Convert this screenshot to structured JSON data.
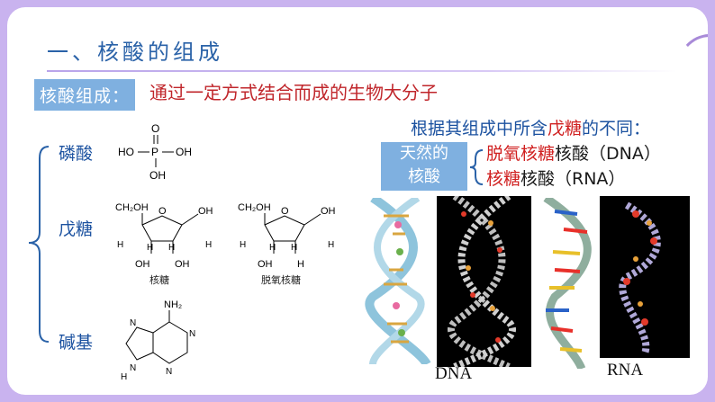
{
  "title": "一、核酸的组成",
  "composition": {
    "label": "核酸组成：",
    "description": "通过一定方式结合而成的生物大分子"
  },
  "pentose_note": {
    "prefix": "根据其组成中所含",
    "highlight": "戊糖",
    "suffix": "的不同："
  },
  "natural_nucleic_acid": {
    "line1": "天然的",
    "line2": "核酸"
  },
  "dna_type": {
    "highlight": "脱氧核糖",
    "suffix": "核酸（DNA）"
  },
  "rna_type": {
    "highlight": "核糖",
    "suffix": "核酸（RNA）"
  },
  "components": {
    "phosphate": "磷酸",
    "pentose": "戊糖",
    "base": "碱基"
  },
  "phosphate_structure": {
    "p": "P",
    "o": "O",
    "ho": "HO",
    "oh": "OH"
  },
  "ribose": {
    "ch2oh": "CH₂OH",
    "o": "O",
    "oh": "OH",
    "h": "H",
    "caption": "核糖"
  },
  "deoxyribose": {
    "ch2oh": "CH₂OH",
    "o": "O",
    "oh": "OH",
    "h": "H",
    "caption": "脱氧核糖"
  },
  "adenine": {
    "nh2": "NH₂",
    "n": "N",
    "h": "H"
  },
  "captions": {
    "dna": "DNA",
    "rna": "RNA"
  },
  "colors": {
    "accent": "#7fb0e0",
    "title": "#2a62a8",
    "highlight": "#d02020",
    "frame": "#c9b3ef"
  }
}
